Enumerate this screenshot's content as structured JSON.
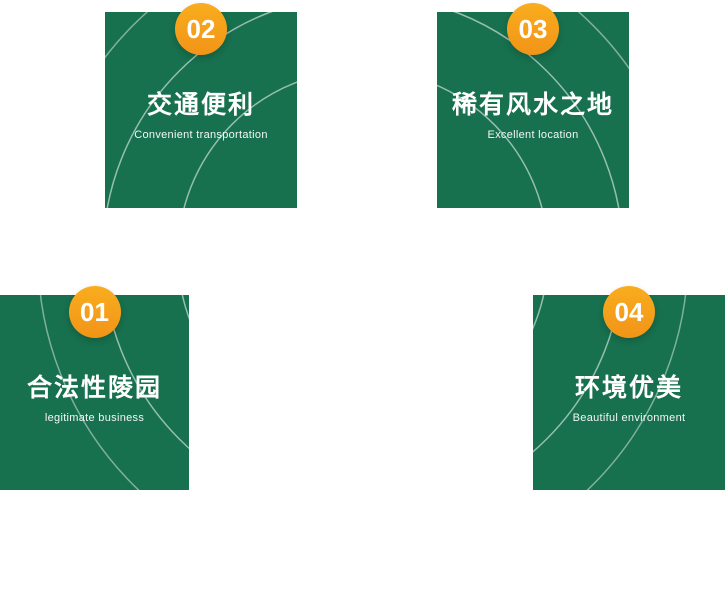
{
  "colors": {
    "card_background": "#17704e",
    "badge_background": "#f5a01b",
    "text": "#ffffff"
  },
  "cards": [
    {
      "number": "01",
      "title": "合法性陵园",
      "subtitle": "legitimate business"
    },
    {
      "number": "02",
      "title": "交通便利",
      "subtitle": "Convenient transportation"
    },
    {
      "number": "03",
      "title": "稀有风水之地",
      "subtitle": "Excellent location"
    },
    {
      "number": "04",
      "title": "环境优美",
      "subtitle": "Beautiful environment"
    }
  ]
}
